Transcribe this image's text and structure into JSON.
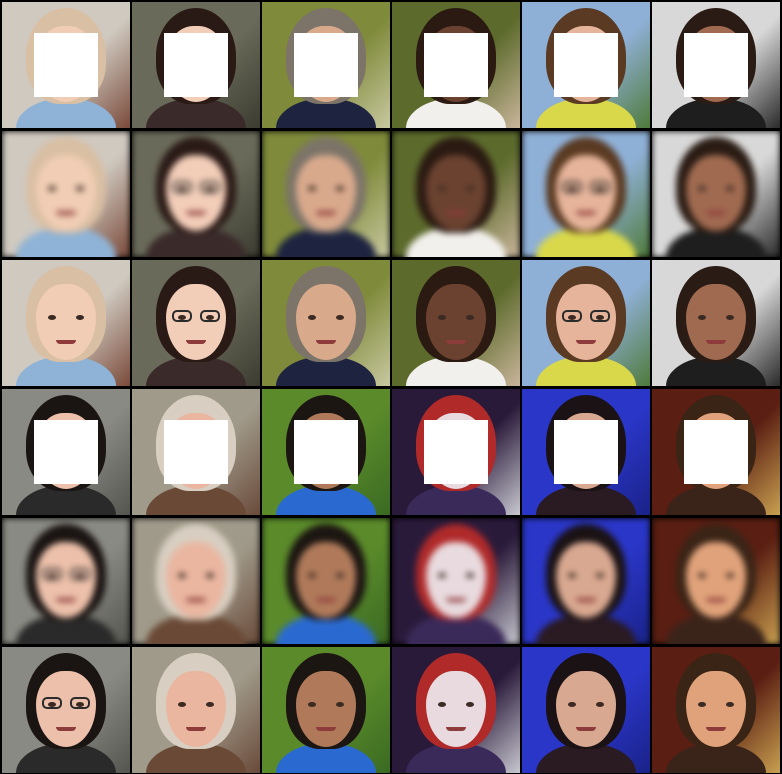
{
  "layout": {
    "rows_per_block": [
      "masked-input",
      "blurry-reconstruction",
      "final-output"
    ]
  },
  "subjects": [
    {
      "id": "baby",
      "bg": "#cfc9c0",
      "bg2": "#7a4a3a",
      "skin": "#f0cdb4",
      "hair": "#d9bfa3",
      "cloth": "#8fb3d6",
      "glasses": false
    },
    {
      "id": "young-woman",
      "bg": "#6a6a5a",
      "bg2": "#3b3b30",
      "skin": "#f2cdb8",
      "hair": "#2a1a16",
      "cloth": "#3a2a2a",
      "glasses": true
    },
    {
      "id": "older-man",
      "bg": "#7f8a3a",
      "bg2": "#c8c8a0",
      "skin": "#d9a98c",
      "hair": "#7c7468",
      "cloth": "#1e2440",
      "glasses": false
    },
    {
      "id": "girl-braids",
      "bg": "#5c6a2c",
      "bg2": "#c9b59a",
      "skin": "#6b4230",
      "hair": "#2a1a12",
      "cloth": "#f2f0ec",
      "glasses": false
    },
    {
      "id": "young-man",
      "bg": "#8fb0d6",
      "bg2": "#4f7a3a",
      "skin": "#e6b49a",
      "hair": "#5a3a22",
      "cloth": "#d8d84a",
      "glasses": true
    },
    {
      "id": "smiling-woman",
      "bg": "#d8d8d8",
      "bg2": "#2a2a2a",
      "skin": "#a06a50",
      "hair": "#2a1c14",
      "cloth": "#1e1e1e",
      "glasses": false
    },
    {
      "id": "woman-headphones",
      "bg": "#8a8a84",
      "bg2": "#55554f",
      "skin": "#ecc0aa",
      "hair": "#1a1412",
      "cloth": "#2a2a2a",
      "glasses": true
    },
    {
      "id": "pink-hair-woman",
      "bg": "#a09a8a",
      "bg2": "#6a4a3a",
      "skin": "#eab6a0",
      "hair": "#d8cfc2",
      "cloth": "#6a4a36",
      "glasses": false
    },
    {
      "id": "boy",
      "bg": "#5a8a2a",
      "bg2": "#3a6a22",
      "skin": "#b07a5a",
      "hair": "#1c1612",
      "cloth": "#2a6ad0",
      "glasses": false
    },
    {
      "id": "costume-performer",
      "bg": "#2a1a3a",
      "bg2": "#c8c8d0",
      "skin": "#e8dade",
      "hair": "#b02a2a",
      "cloth": "#3a2a5a",
      "glasses": false
    },
    {
      "id": "woman-microphone",
      "bg": "#2a36c8",
      "bg2": "#1a2288",
      "skin": "#d9a890",
      "hair": "#1a1214",
      "cloth": "#2a1a22",
      "glasses": false
    },
    {
      "id": "young-man-dark",
      "bg": "#5a1e12",
      "bg2": "#c8a050",
      "skin": "#e0a27a",
      "hair": "#3a2416",
      "cloth": "#3a241a",
      "glasses": false
    }
  ]
}
